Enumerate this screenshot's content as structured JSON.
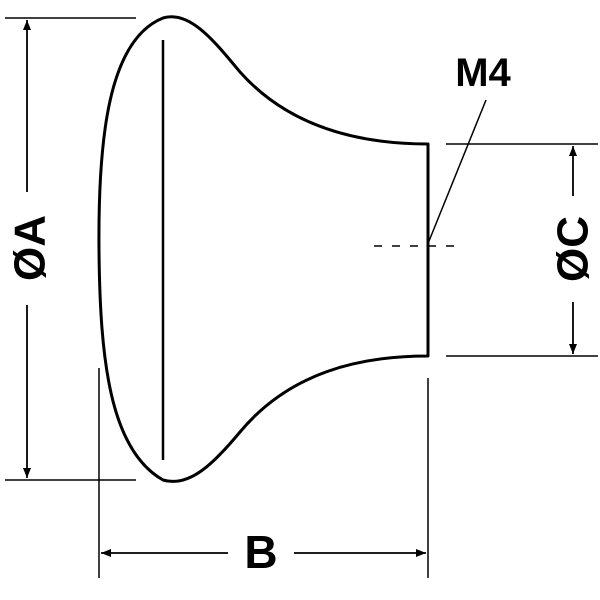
{
  "drawing": {
    "labels": {
      "thread": "M4",
      "diameter_a": "ØA",
      "diameter_c": "ØC",
      "length_b": "B"
    },
    "colors": {
      "line": "#000000",
      "background": "#ffffff"
    }
  }
}
